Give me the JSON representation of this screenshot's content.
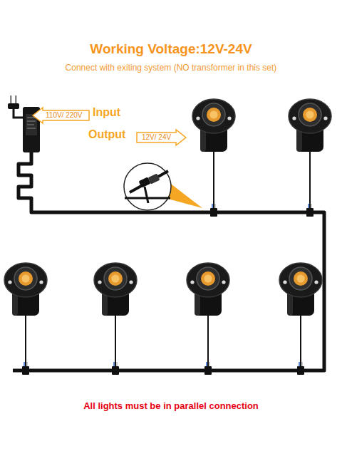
{
  "diagram": {
    "title": "Working Voltage:12V-24V",
    "caption": "All lights must be in parallel connection",
    "nodes": [
      {
        "text": [
          "110V/ 220V"
        ]
      },
      {
        "text": [
          "12V/ 24V"
        ]
      }
    ],
    "labels": [
      "Connect with exiting system (NO transformer in this set)",
      "Input",
      "Output"
    ]
  }
}
